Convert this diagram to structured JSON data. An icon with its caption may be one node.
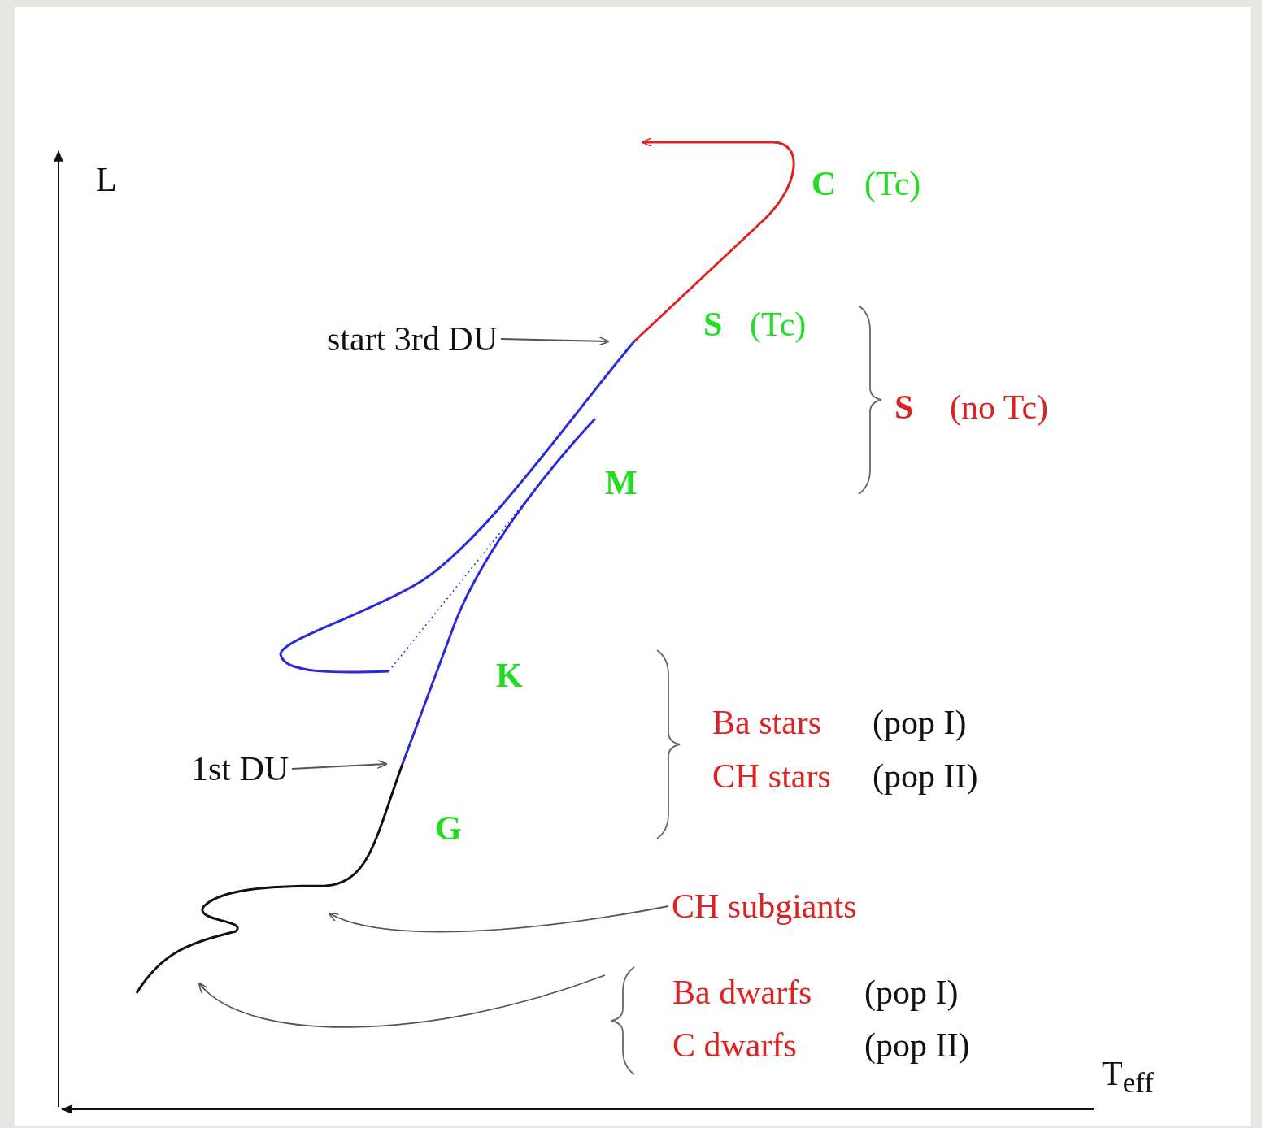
{
  "diagram": {
    "nodes": [
      {
        "text": [
          "start 3rd DU"
        ]
      },
      {
        "text": [
          "1st DU"
        ]
      },
      {
        "text": [
          "CH subgiants"
        ]
      },
      {
        "text": [
          "Ba dwarfs",
          "(pop I)",
          "C dwarfs",
          "(pop II)"
        ]
      }
    ],
    "edges": [
      {
        "from": 0,
        "to": null,
        "arrow": "to"
      },
      {
        "from": 1,
        "to": null,
        "arrow": "to"
      },
      {
        "from": 2,
        "to": null,
        "arrow": "to"
      },
      {
        "from": 3,
        "to": null,
        "arrow": "to"
      }
    ],
    "labels": [
      "L",
      "C",
      "(Tc)",
      "S",
      "(Tc)",
      "S",
      "(no Tc)",
      "M",
      "K",
      "G",
      "Ba stars",
      "(pop I)",
      "CH stars",
      "(pop II)",
      "T$_{eff}$"
    ]
  }
}
